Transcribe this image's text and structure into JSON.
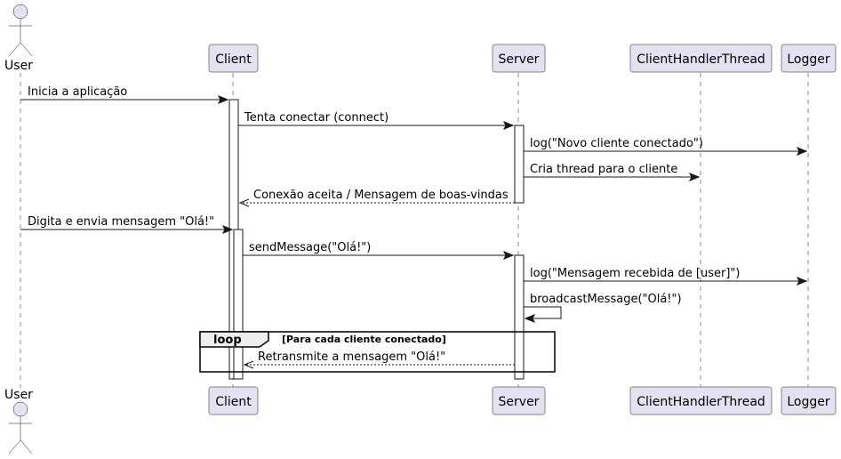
{
  "participants": {
    "user": "User",
    "client": "Client",
    "server": "Server",
    "handler": "ClientHandlerThread",
    "logger": "Logger"
  },
  "messages": {
    "m1": "Inicia a aplicação",
    "m2": "Tenta conectar (connect)",
    "m3": "log(\"Novo cliente conectado\")",
    "m4": "Cria thread para o cliente",
    "m5": "Conexão aceita / Mensagem de boas-vindas",
    "m6": "Digita e envia mensagem \"Olá!\"",
    "m7": "sendMessage(\"Olá!\")",
    "m8": "log(\"Mensagem recebida de [user]\")",
    "m9": "broadcastMessage(\"Olá!\")",
    "m10": "Retransmite a mensagem \"Olá!\""
  },
  "loop": {
    "keyword": "loop",
    "condition": "[Para cada cliente conectado]"
  }
}
